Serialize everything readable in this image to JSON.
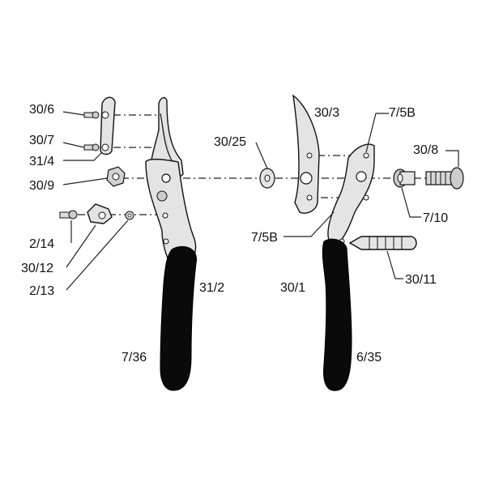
{
  "labels": {
    "p30_6": "30/6",
    "p30_7": "30/7",
    "p31_4": "31/4",
    "p30_9": "30/9",
    "p2_14": "2/14",
    "p30_12": "30/12",
    "p2_13": "2/13",
    "p31_2": "31/2",
    "p7_36": "7/36",
    "p30_25": "30/25",
    "p30_3": "30/3",
    "p7_5b_top": "7/5B",
    "p7_5b_bottom": "7/5B",
    "p30_8": "30/8",
    "p7_10": "7/10",
    "p30_11": "30/11",
    "p30_1": "30/1",
    "p6_35": "6/35"
  }
}
